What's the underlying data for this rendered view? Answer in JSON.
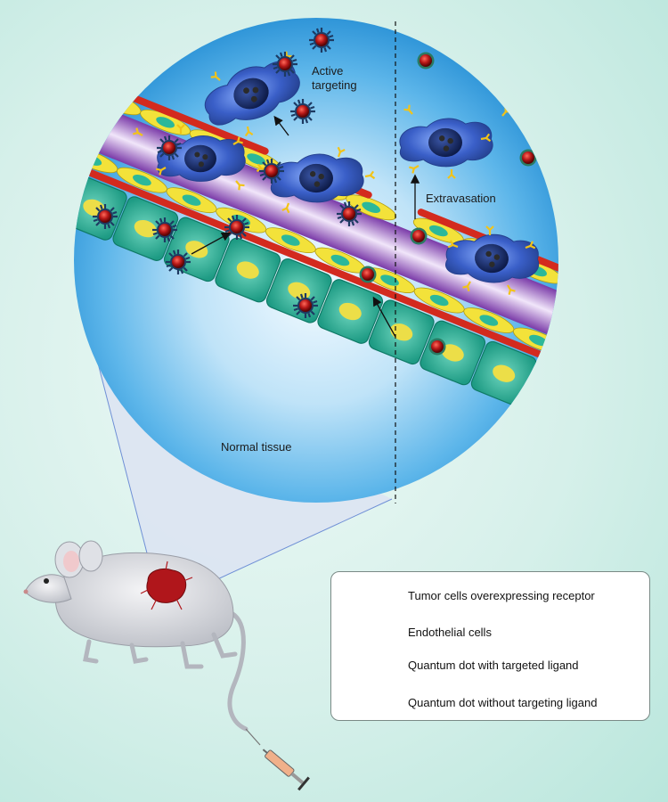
{
  "labels": {
    "active_targeting": "Active targeting",
    "extravasation": "Extravasation",
    "normal_tissue": "Normal tissue"
  },
  "legend": {
    "tumor_cells": "Tumor cells overexpressing receptor",
    "endothelial_cells": "Endothelial cells",
    "qd_with_ligand": "Quantum dot with targeted ligand",
    "qd_without_ligand": "Quantum dot without targeting ligand"
  },
  "colors": {
    "tumor_cell": "#3a5fc8",
    "nucleus": "#1b2f6e",
    "receptor": "#f2c318",
    "endothelial": "#f3e23a",
    "endothelial_nucleus": "#2cb89a",
    "vessel_wall": "#d32a1e",
    "vessel_lumen": "#9b5cc4",
    "tissue_cell": "#2db39a",
    "quantum_dot": "#9e1414",
    "ligand": "#1d3a62",
    "magnifier_bg": "#3fa6e6"
  },
  "icons": [
    "mouse-icon",
    "tumor-icon",
    "syringe-icon",
    "magnifier-circle"
  ]
}
